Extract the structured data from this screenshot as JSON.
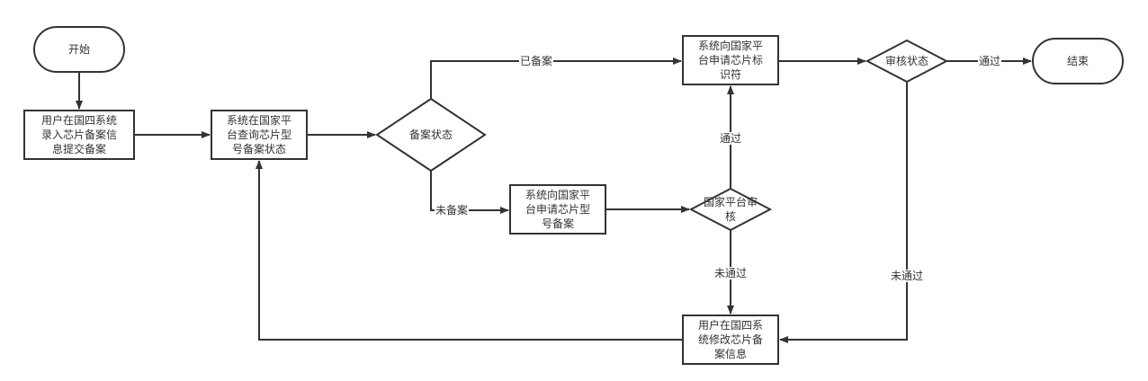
{
  "diagram": {
    "type": "flowchart",
    "colors": {
      "stroke": "#333333",
      "fill": "#ffffff",
      "text": "#333333"
    },
    "nodes": [
      {
        "id": "start",
        "shape": "terminal",
        "label": "开始"
      },
      {
        "id": "user_submit",
        "shape": "process",
        "label": "用户在国四系统\n录入芯片备案信\n息提交备案"
      },
      {
        "id": "query_status",
        "shape": "process",
        "label": "系统在国家平\n台查询芯片型\n号备案状态"
      },
      {
        "id": "record_status",
        "shape": "decision",
        "label": "备案状态"
      },
      {
        "id": "apply_identifier",
        "shape": "process",
        "label": "系统向国家平\n台申请芯片标\n识符"
      },
      {
        "id": "review_status",
        "shape": "decision",
        "label": "审核状态"
      },
      {
        "id": "end",
        "shape": "terminal",
        "label": "结束"
      },
      {
        "id": "apply_model_record",
        "shape": "process",
        "label": "系统向国家平\n台申请芯片型\n号备案"
      },
      {
        "id": "platform_review",
        "shape": "decision",
        "label": "国家平台审\n核"
      },
      {
        "id": "user_modify",
        "shape": "process",
        "label": "用户在国四系\n统修改芯片备\n案信息"
      }
    ],
    "edges": [
      {
        "from": "start",
        "to": "user_submit",
        "label": ""
      },
      {
        "from": "user_submit",
        "to": "query_status",
        "label": ""
      },
      {
        "from": "query_status",
        "to": "record_status",
        "label": ""
      },
      {
        "from": "record_status",
        "to": "apply_identifier",
        "label": "已备案"
      },
      {
        "from": "record_status",
        "to": "apply_model_record",
        "label": "未备案"
      },
      {
        "from": "apply_model_record",
        "to": "platform_review",
        "label": ""
      },
      {
        "from": "platform_review",
        "to": "apply_identifier",
        "label": "通过"
      },
      {
        "from": "platform_review",
        "to": "user_modify",
        "label": "未通过"
      },
      {
        "from": "apply_identifier",
        "to": "review_status",
        "label": ""
      },
      {
        "from": "review_status",
        "to": "end",
        "label": "通过"
      },
      {
        "from": "review_status",
        "to": "user_modify",
        "label": "未通过"
      },
      {
        "from": "user_modify",
        "to": "query_status",
        "label": ""
      }
    ]
  }
}
